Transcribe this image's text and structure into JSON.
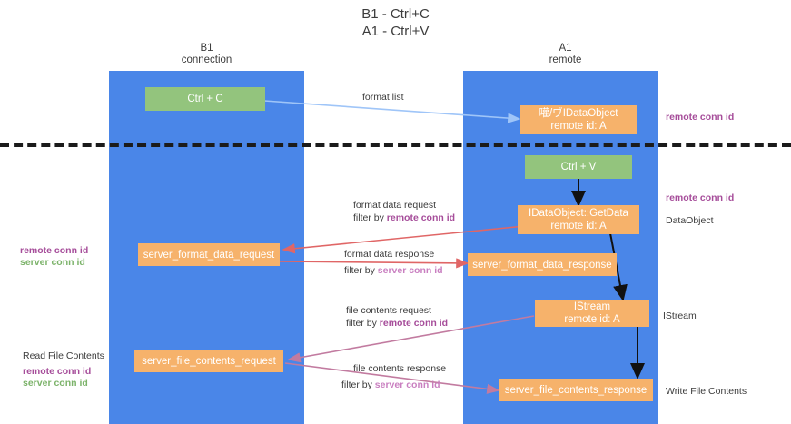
{
  "title": {
    "line1": "B1 - Ctrl+C",
    "line2": "A1 - Ctrl+V"
  },
  "columns": [
    {
      "id": "b1",
      "name": "B1",
      "role": "connection"
    },
    {
      "id": "a1",
      "name": "A1",
      "role": "remote"
    }
  ],
  "nodes": {
    "ctrl_c": {
      "label": "Ctrl + C",
      "color": "#93c47d"
    },
    "idataobject": {
      "line1": "嚾/ヷIDataObject",
      "line2": "remote id: A",
      "color": "#f6b26b"
    },
    "ctrl_v": {
      "label": "Ctrl + V",
      "color": "#93c47d"
    },
    "getdata": {
      "line1": "IDataObject::GetData",
      "line2": "remote id: A",
      "color": "#f6b26b"
    },
    "fmt_req": {
      "label": "server_format_data_request",
      "color": "#f6b26b"
    },
    "fmt_resp": {
      "label": "server_format_data_response",
      "color": "#f6b26b"
    },
    "istream": {
      "line1": "IStream",
      "line2": "remote id: A",
      "color": "#f6b26b"
    },
    "file_req": {
      "label": "server_file_contents_request",
      "color": "#f6b26b"
    },
    "file_resp": {
      "label": "server_file_contents_response",
      "color": "#f6b26b"
    }
  },
  "edges": {
    "format_list": {
      "label": "format list",
      "color": "#9fc5f8"
    },
    "fmt_request": {
      "line1": "format data request",
      "filter_prefix": "filter by ",
      "filter_key": "remote conn id",
      "color": "#e06666"
    },
    "fmt_response": {
      "line1": "format data response",
      "filter_prefix": "filter by ",
      "filter_key": "server conn id",
      "color": "#e06666"
    },
    "file_request": {
      "line1": "file contents request",
      "filter_prefix": "filter by ",
      "filter_key": "remote conn id",
      "color": "#c27ba0"
    },
    "file_response": {
      "line1": "file contents response",
      "filter_prefix": "filter by ",
      "filter_key": "server conn id",
      "color": "#c27ba0"
    }
  },
  "side_labels": {
    "right_top": {
      "text": "remote conn id",
      "color": "#a64d9a"
    },
    "right_getdata": {
      "text": "remote conn id",
      "color": "#a64d9a"
    },
    "right_dataobject": {
      "text": "DataObject",
      "color": "#3c3c3c"
    },
    "right_istream": {
      "text": "IStream",
      "color": "#3c3c3c"
    },
    "right_write": {
      "text": "Write File Contents",
      "color": "#3c3c3c"
    },
    "left_fmt_remote": {
      "text": "remote conn id",
      "color": "#a64d9a"
    },
    "left_fmt_server": {
      "text": "server conn id",
      "color": "#7cb36a"
    },
    "left_read": {
      "text": "Read File Contents",
      "color": "#3c3c3c"
    },
    "left_file_remote": {
      "text": "remote conn id",
      "color": "#a64d9a"
    },
    "left_file_server": {
      "text": "server conn id",
      "color": "#7cb36a"
    }
  },
  "colors": {
    "column": "#4a86e8",
    "green": "#93c47d",
    "orange": "#f6b26b",
    "divider": "#1b1b1b",
    "red_arrow": "#e06666",
    "pink_arrow": "#c27ba0",
    "blue_arrow": "#9fc5f8"
  }
}
